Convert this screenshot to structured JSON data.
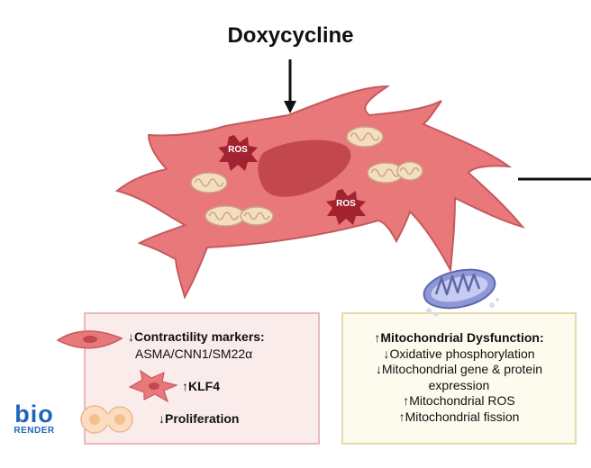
{
  "title": "Doxycycline",
  "cell_labels": {
    "ros_1": "ROS",
    "ros_2": "ROS"
  },
  "left_panel": {
    "contractility_label": "↓Contractility markers:",
    "contractility_markers": "ASMA/CNN1/SM22α",
    "klf4_label": "↑KLF4",
    "proliferation_label": "↓Proliferation"
  },
  "right_panel": {
    "heading": "↑Mitochondrial Dysfunction:",
    "items": [
      "↓Oxidative phosphorylation",
      "↓Mitochondrial gene & protein",
      "expression",
      "↑Mitochondrial ROS",
      "↑Mitochondrial fission"
    ]
  },
  "logo": {
    "line1": "bio",
    "line2": "RENDER"
  },
  "colors": {
    "cell_fill": "#e8787a",
    "cell_stroke": "#c65a5e",
    "nucleus": "#c2474f",
    "mito_fill": "#f5dec0",
    "ros_star": "#a32230",
    "left_panel_bg": "#fbecec",
    "right_panel_bg": "#fdfaee",
    "logo": "#1f65b7"
  }
}
